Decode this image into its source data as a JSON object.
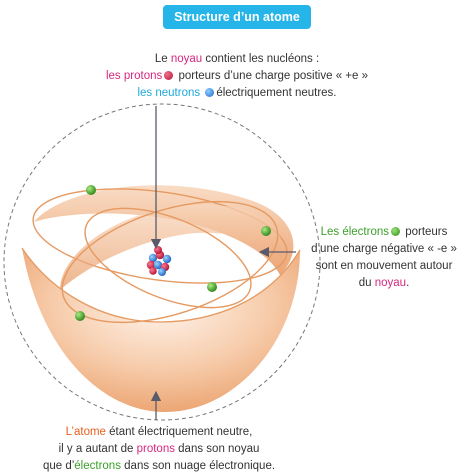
{
  "title": "Structure d’un atome",
  "nucleus_text": {
    "l1_a": "Le ",
    "l1_b": "noyau",
    "l1_c": " contient les nucléons :",
    "l2_a": "les protons",
    "l2_b": " porteurs d’une charge positive « +e »",
    "l3_a": "les neutrons ",
    "l3_b": "électriquement neutres."
  },
  "electron_text": {
    "l1_a": "Les électrons",
    "l1_b": " porteurs",
    "l2": "d’une charge négative « -e »",
    "l3": "sont en mouvement autour",
    "l4_a": "du ",
    "l4_b": "noyau",
    "l4_c": "."
  },
  "atom_text": {
    "l1_a": "L’atome",
    "l1_b": " étant électriquement neutre,",
    "l2_a": "il y a autant de ",
    "l2_b": "protons",
    "l2_c": " dans son noyau",
    "l3_a": "que d’",
    "l3_b": "électrons",
    "l3_c": " dans son nuage électronique."
  },
  "colors": {
    "title_bg": "#26b5e8",
    "magenta": "#d6287f",
    "cyan": "#20a9dc",
    "green": "#3ba02a",
    "orange": "#e8601e",
    "orbit": "#e8a06a",
    "proton": "#c8193f",
    "neutron": "#2f7fe0",
    "electron": "#4aa628"
  }
}
